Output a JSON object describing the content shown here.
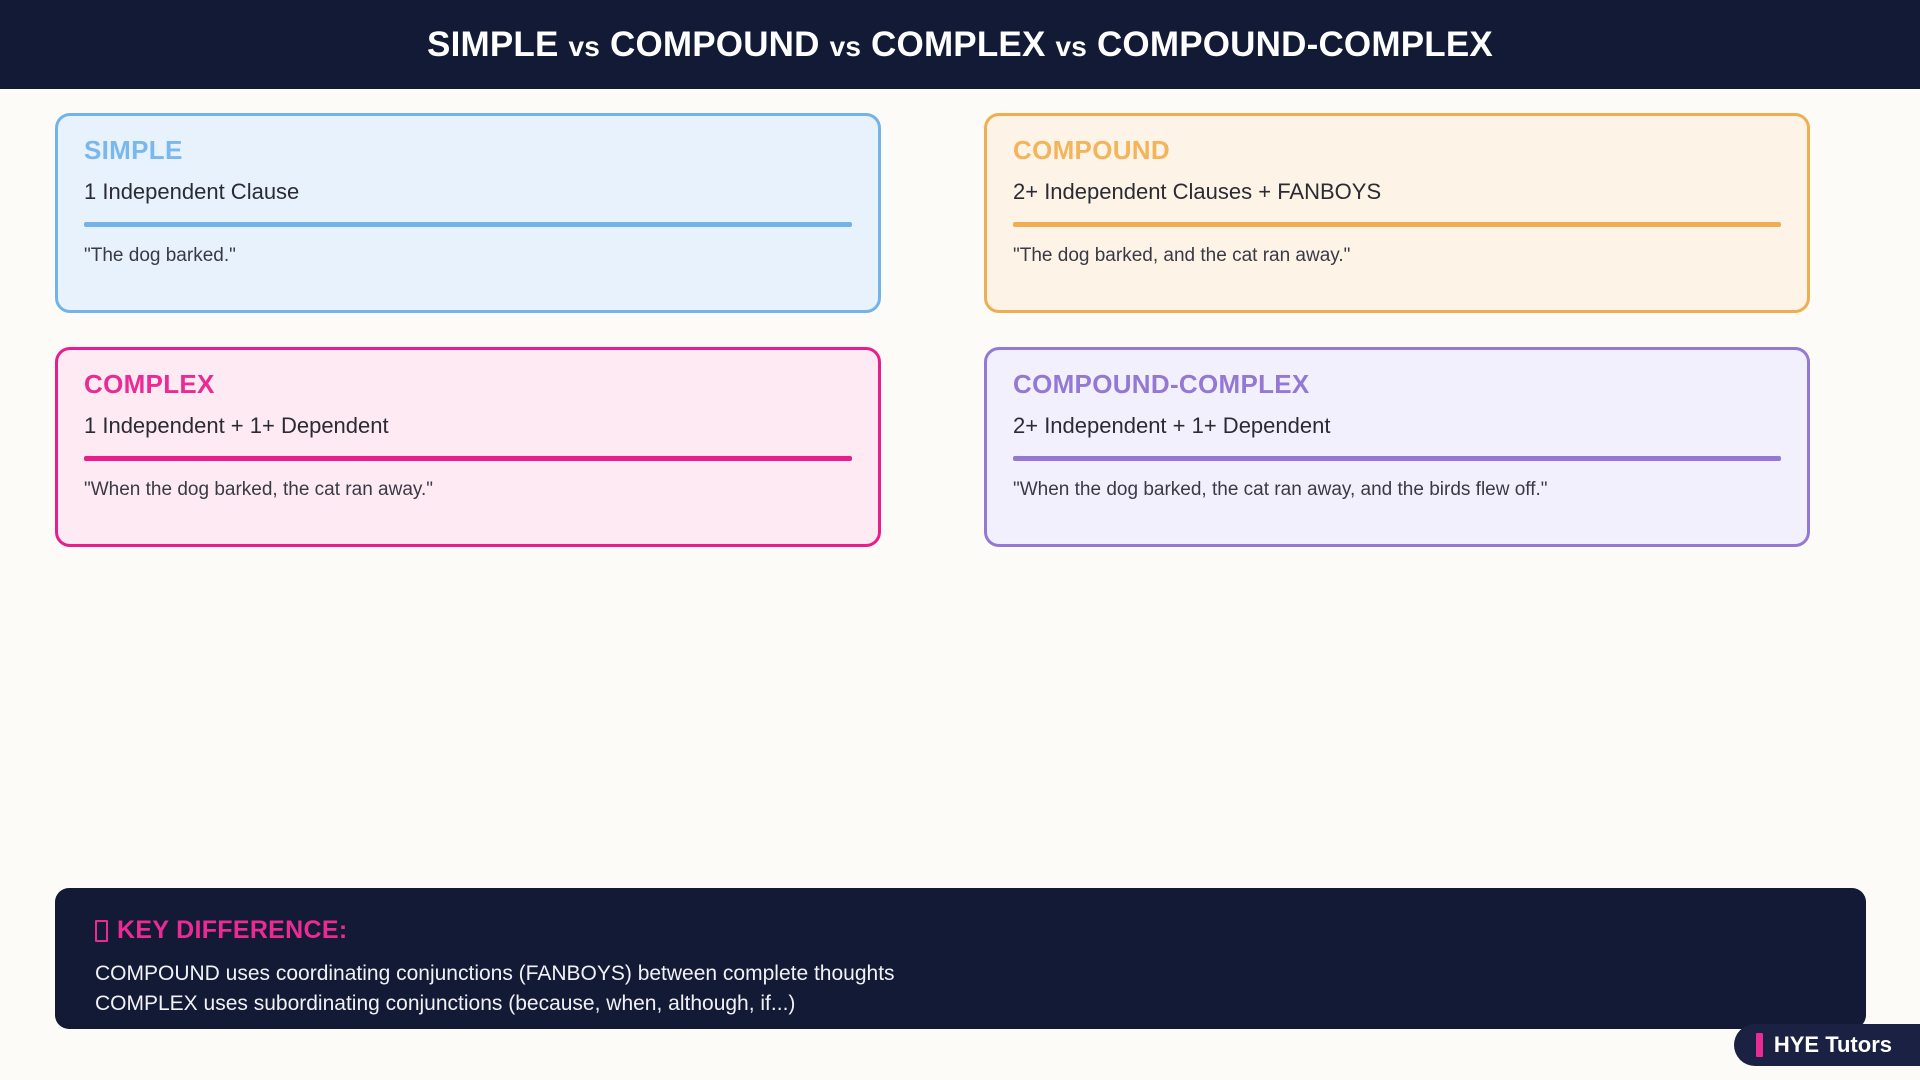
{
  "header": {
    "title_parts": [
      "SIMPLE",
      "vs",
      "COMPOUND",
      "vs",
      "COMPLEX",
      "vs",
      "COMPOUND-COMPLEX"
    ],
    "title_full": "SIMPLE vs COMPOUND vs COMPLEX vs COMPOUND-COMPLEX",
    "background_color": "#121A36",
    "text_color": "#FFFFFF"
  },
  "cards": [
    {
      "title": "SIMPLE",
      "structure": "1 Independent Clause",
      "example": "\"The dog barked.\"",
      "accent_color": "#74B3E8",
      "title_color": "#79B8EC",
      "fill_color": "#E8F2FD"
    },
    {
      "title": "COMPOUND",
      "structure": "2+ Independent Clauses + FANBOYS",
      "example": "\"The dog barked, and the cat ran away.\"",
      "accent_color": "#EFAE51",
      "title_color": "#F3B45B",
      "fill_color": "#FDF4E7"
    },
    {
      "title": "COMPLEX",
      "structure": "1 Independent + 1+ Dependent",
      "example": "\"When the dog barked, the cat ran away.\"",
      "accent_color": "#E91E8C",
      "title_color": "#EC2A94",
      "fill_color": "#FDEAF3"
    },
    {
      "title": "COMPOUND-COMPLEX",
      "structure": "2+ Independent + 1+ Dependent",
      "example": "\"When the dog barked, the cat ran away, and the birds flew off.\"",
      "accent_color": "#9479D4",
      "title_color": "#9479D4",
      "fill_color": "#F3F0FD"
    }
  ],
  "key_difference": {
    "heading": "KEY DIFFERENCE:",
    "heading_icon": "missing-glyph-box",
    "heading_color": "#EC2A94",
    "background_color": "#121A36",
    "lines": [
      "COMPOUND uses coordinating conjunctions (FANBOYS) between complete thoughts",
      "COMPLEX uses subordinating conjunctions (because, when, although, if...)"
    ]
  },
  "brand": {
    "name": "HYE Tutors",
    "bar_color": "#EC2A94",
    "background_color": "#1A2142"
  },
  "page": {
    "background_color": "#FDFBF7"
  }
}
